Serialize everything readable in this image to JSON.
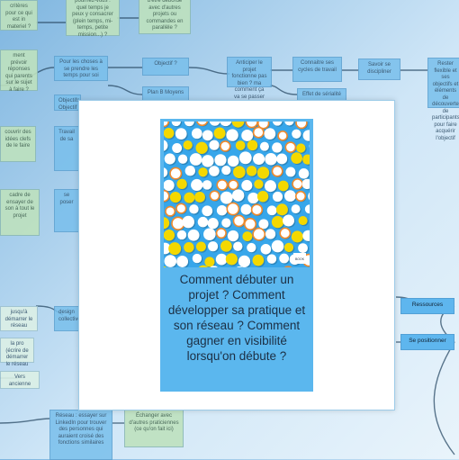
{
  "mindmap": {
    "nodes": [
      {
        "id": "n1",
        "text": "critères pour ce qui est in materiel ?"
      },
      {
        "id": "n2",
        "text": "pourriez-vous : quel temps je peux y consacrer (plein temps, mi-temps, petite mission...) ?"
      },
      {
        "id": "n3",
        "text": "d'être débordé avec d'autres projets ou commandes en parallèle ?"
      },
      {
        "id": "n4",
        "text": "ment prévoir réponses qui parents sur le sujet à faire ?"
      },
      {
        "id": "n5",
        "text": "Pour les choses à se prendre les temps pour soi"
      },
      {
        "id": "n6",
        "text": "Objectif ?"
      },
      {
        "id": "n7",
        "text": "Anticiper le projet fonctionne pas bien ? ma comment ça va se passer"
      },
      {
        "id": "n8",
        "text": "Connaitre ses cycles de travail"
      },
      {
        "id": "n9",
        "text": "Savoir se discipliner"
      },
      {
        "id": "n10",
        "text": "Rester flexible et ses objectifs et éléments de découverte de participants pour faire acquérir l'objectif"
      },
      {
        "id": "n11",
        "text": "Objectifs Objectif"
      },
      {
        "id": "n12",
        "text": "Plan B Moyens"
      },
      {
        "id": "n13",
        "text": "Effet de sérialité"
      },
      {
        "id": "n14",
        "text": "couvrir des idées clefs de le faire"
      },
      {
        "id": "n15",
        "text": "Travail de sa"
      },
      {
        "id": "n16",
        "text": "Ressources"
      },
      {
        "id": "n17",
        "text": "Se positionner"
      },
      {
        "id": "n18",
        "text": "Réseau : essayer sur LinkedIn pour trouver des personnes qui auraient croisé des fonctions similaires"
      },
      {
        "id": "n19",
        "text": "Échanger avec d'autres praticiennes (ce qu'on fait ici)"
      },
      {
        "id": "n20",
        "text": "la pro (écrire de démarrer le réseau"
      },
      {
        "id": "n21",
        "text": "cadre de ensayer de son à tout le projet"
      },
      {
        "id": "n22",
        "text": "design collective"
      },
      {
        "id": "n23",
        "text": "jusqu'à démarrer le réseau"
      },
      {
        "id": "n24",
        "text": "Vers ancienne"
      },
      {
        "id": "n25",
        "text": "se poser"
      }
    ]
  },
  "book": {
    "title": "Comment débuter un projet ? Comment développer sa pratique et son réseau ? Comment gagner en visibilité lorsqu'on débute ?",
    "cover_colors": {
      "background": "#37a6ea",
      "yellow": "#f4d800",
      "white": "#ffffff",
      "ring": "#f08a2c",
      "shadow": "#1f5f86"
    },
    "cover_logo_text": "BOOK"
  }
}
